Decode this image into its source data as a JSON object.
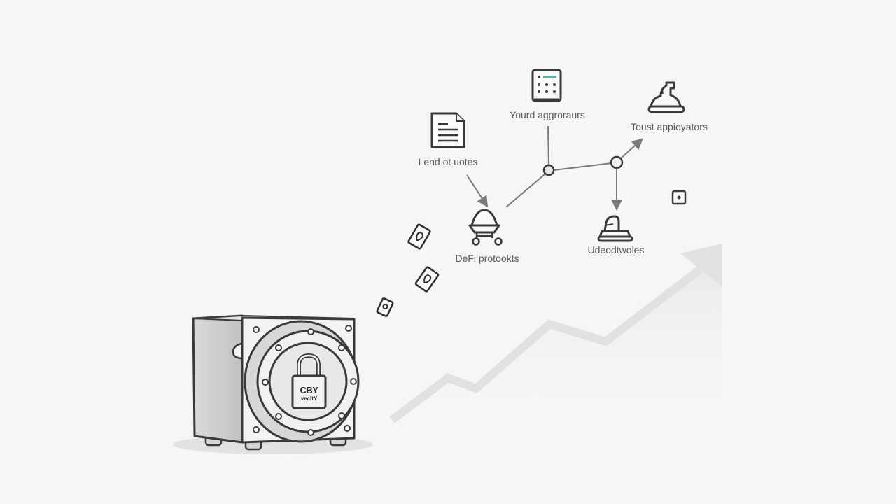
{
  "diagram": {
    "nodes": [
      {
        "id": "lend",
        "label": "Lend ot uotes",
        "icon": "document-icon"
      },
      {
        "id": "aggregators",
        "label": "Yourd aggroraurs",
        "icon": "calculator-icon"
      },
      {
        "id": "toust",
        "label": "Toust appioyators",
        "icon": "machine-icon"
      },
      {
        "id": "defi",
        "label": "DeFi protookts",
        "icon": "cart-icon"
      },
      {
        "id": "udeod",
        "label": "Udeodtwoles",
        "icon": "stamp-icon"
      }
    ],
    "vault": {
      "label_line1": "CBY",
      "label_line2": "vecltY",
      "icon": "padlock-icon"
    },
    "colors": {
      "background": "#f6f6f6",
      "stroke": "#3a3a3a",
      "connector": "#7a7a7a",
      "accent": "#4fb7a3",
      "trend": "#e2e2e4"
    }
  }
}
